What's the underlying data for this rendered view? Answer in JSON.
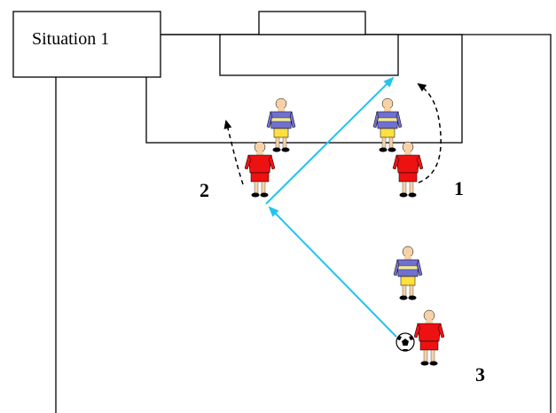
{
  "title_box": {
    "label": "Situation 1"
  },
  "player_numbers": [
    "1",
    "2",
    "3"
  ],
  "colors": {
    "attacker_shirt": "#ee1111",
    "defender_shirt": "#7070d0",
    "defender_stripe": "#ffe040",
    "skin": "#f6d2a8",
    "pass_arrow": "#22c4ee",
    "run_arrow": "#000000",
    "lines": "#000000"
  },
  "players": [
    {
      "role": "defender",
      "id": "defender-left"
    },
    {
      "role": "defender",
      "id": "defender-right"
    },
    {
      "role": "defender",
      "id": "defender-bottom"
    },
    {
      "role": "attacker",
      "id": "attacker-2",
      "number": "2"
    },
    {
      "role": "attacker",
      "id": "attacker-1",
      "number": "1"
    },
    {
      "role": "attacker",
      "id": "attacker-3",
      "number": "3",
      "has_ball": true
    }
  ],
  "icons": {
    "ball": "soccer-ball-icon",
    "pass": "pass-arrow-icon",
    "run": "run-arrow-icon"
  }
}
